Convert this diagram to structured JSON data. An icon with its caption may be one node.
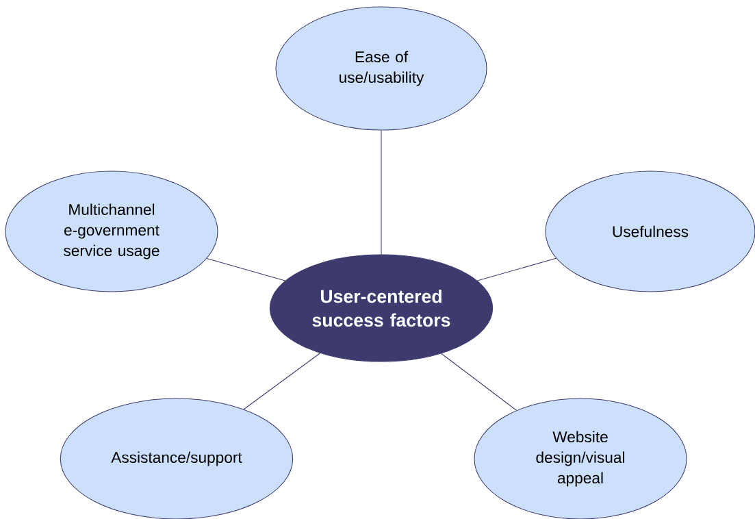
{
  "diagram": {
    "nodes": [
      {
        "text": [
          "Ease of use/usability"
        ]
      },
      {
        "text": [
          "Multichannel e-government service usage"
        ]
      },
      {
        "text": [
          "Usefulness"
        ]
      },
      {
        "text": [
          "User-centered success factors"
        ]
      },
      {
        "text": [
          "Assistance/support"
        ]
      },
      {
        "text": [
          "Website design/visual appeal"
        ]
      }
    ],
    "edges": [
      {
        "from": 3,
        "to": 0,
        "arrow": "none"
      },
      {
        "from": 3,
        "to": 1,
        "arrow": "none"
      },
      {
        "from": 3,
        "to": 2,
        "arrow": "none"
      },
      {
        "from": 3,
        "to": 4,
        "arrow": "none"
      },
      {
        "from": 3,
        "to": 5,
        "arrow": "none"
      }
    ]
  }
}
